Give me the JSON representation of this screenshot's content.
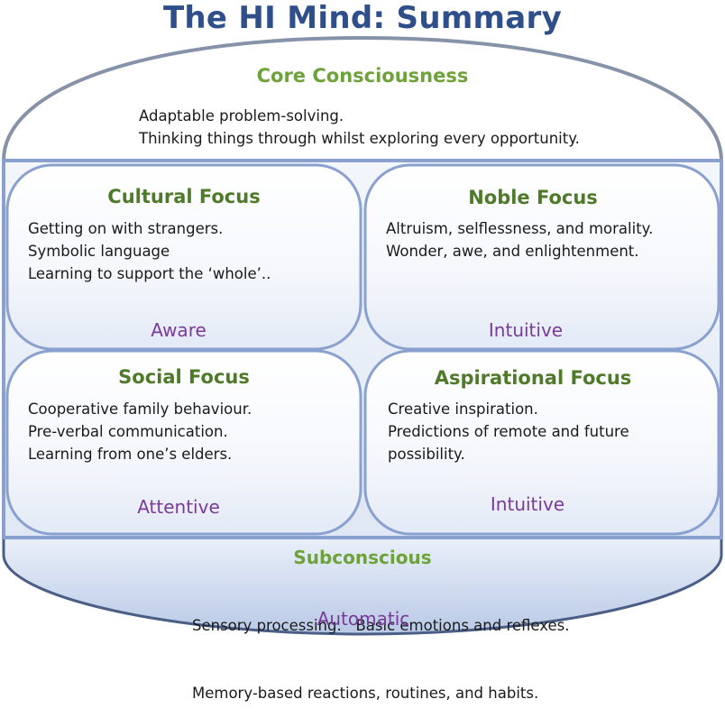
{
  "title": "The HI Mind: Summary",
  "core": {
    "heading": "Core Consciousness",
    "lines": [
      "Adaptable problem-solving.",
      "Thinking things through whilst exploring every opportunity."
    ]
  },
  "quadrants": {
    "cultural": {
      "heading": "Cultural Focus",
      "lines": [
        "Getting on with strangers.",
        "Symbolic language",
        "Learning to support the ‘whole’.."
      ],
      "mode": "Aware"
    },
    "noble": {
      "heading": "Noble Focus",
      "lines": [
        "Altruism, selflessness, and morality.",
        "Wonder, awe, and enlightenment."
      ],
      "mode": "Intuitive"
    },
    "social": {
      "heading": "Social Focus",
      "lines": [
        "Cooperative family behaviour.",
        "Pre-verbal communication.",
        "Learning from one’s elders."
      ],
      "mode": "Attentive"
    },
    "aspirational": {
      "heading": "Aspirational Focus",
      "lines": [
        "Creative inspiration.",
        "Predictions of remote and future",
        "possibility."
      ],
      "mode": "Intuitive"
    }
  },
  "subconscious": {
    "heading": "Subconscious",
    "lines": [
      "Sensory processing.   Basic emotions and reflexes.",
      "Memory-based reactions, routines, and habits."
    ],
    "mode": "Automatic"
  },
  "colors": {
    "title": "#2e4f8a",
    "heading_green": "#6ea23a",
    "mode_purple": "#7a3a9a",
    "outline": "#8aa1cf",
    "fill_light": "#e6edf7"
  }
}
